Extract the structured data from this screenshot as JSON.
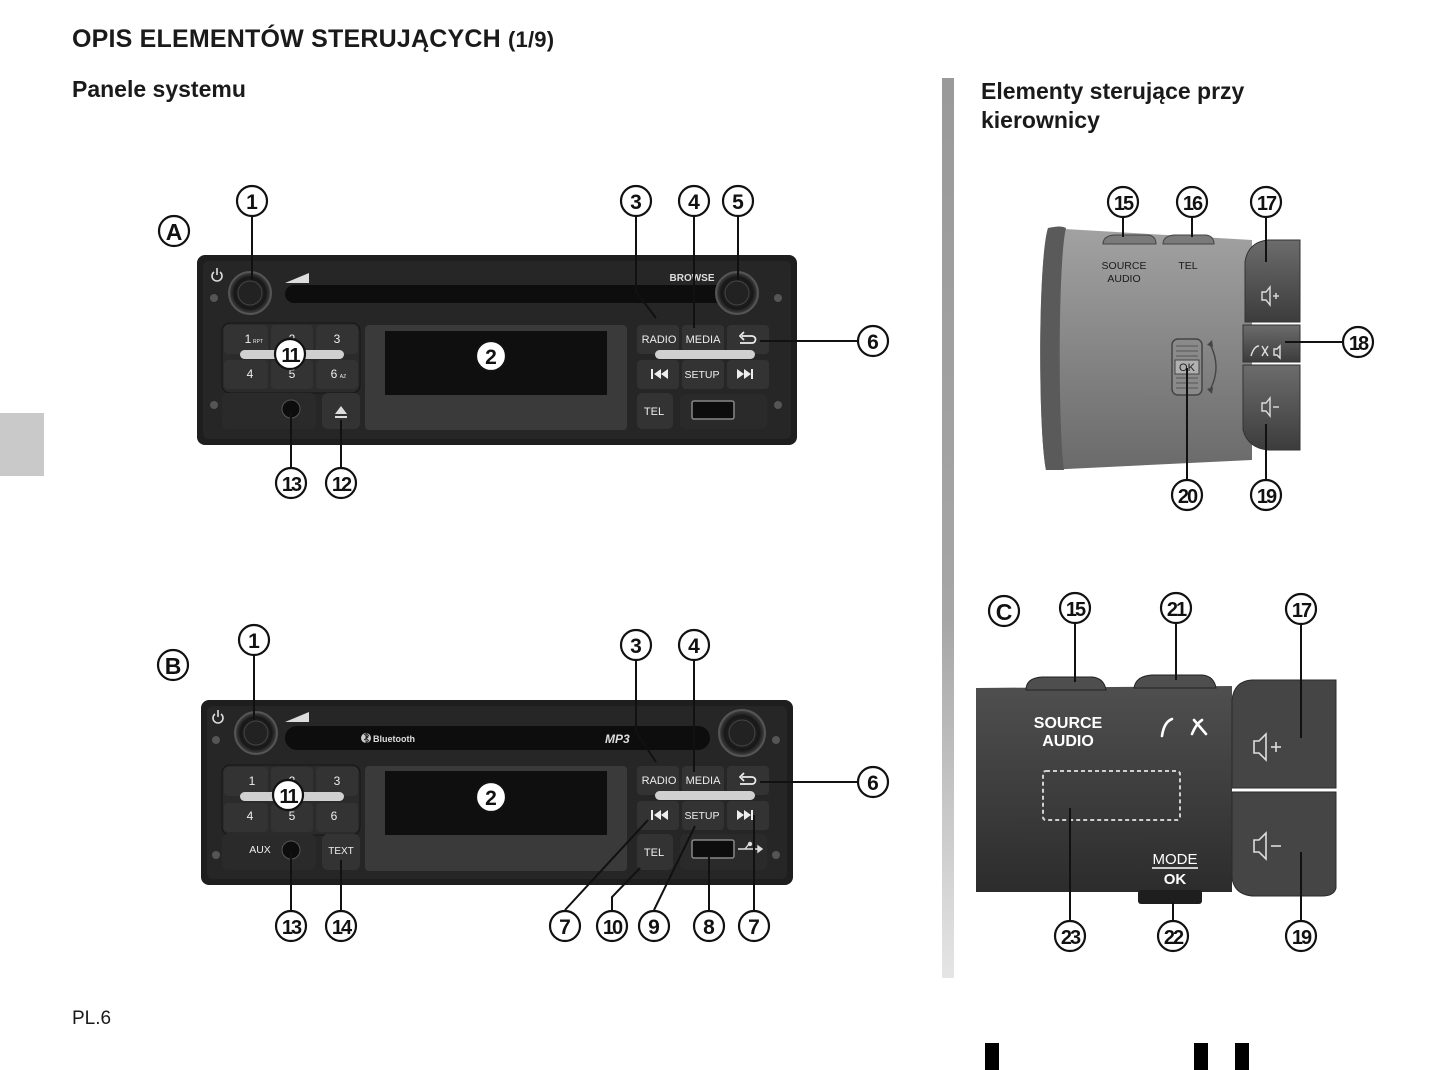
{
  "header": {
    "title": "OPIS ELEMENTÓW STERUJĄCYCH",
    "title_suffix": "(1/9)",
    "left_heading": "Panele systemu",
    "right_heading_line1": "Elementy sterujące przy",
    "right_heading_line2": "kierownicy"
  },
  "footer": {
    "page_number": "PL.6"
  },
  "panel_a": {
    "letter": "A",
    "labels": {
      "browse": "BROWSE",
      "radio": "RADIO",
      "media": "MEDIA",
      "setup": "SETUP",
      "tel": "TEL",
      "key1": "1",
      "key1_sub": "RPT",
      "key2": "2",
      "key3": "3",
      "key4": "4",
      "key5": "5",
      "key6": "6",
      "key6_sub": "AZ"
    },
    "callouts": [
      "1",
      "2",
      "3",
      "4",
      "5",
      "6",
      "11",
      "12",
      "13"
    ]
  },
  "panel_b": {
    "letter": "B",
    "labels": {
      "bluetooth": "Bluetooth",
      "mp3": "MP3",
      "radio": "RADIO",
      "media": "MEDIA",
      "setup": "SETUP",
      "tel": "TEL",
      "aux": "AUX",
      "text": "TEXT",
      "key1": "1",
      "key2": "2",
      "key3": "3",
      "key4": "4",
      "key5": "5",
      "key6": "6"
    },
    "callouts": [
      "1",
      "2",
      "3",
      "4",
      "6",
      "7",
      "7",
      "8",
      "9",
      "10",
      "11",
      "13",
      "14"
    ]
  },
  "steering_top": {
    "labels": {
      "source_line1": "SOURCE",
      "source_line2": "AUDIO",
      "tel": "TEL",
      "ok": "OK"
    },
    "callouts": [
      "15",
      "16",
      "17",
      "18",
      "19",
      "20"
    ]
  },
  "steering_c": {
    "letter": "C",
    "labels": {
      "source_line1": "SOURCE",
      "source_line2": "AUDIO",
      "mode": "MODE",
      "ok": "OK"
    },
    "callouts": [
      "15",
      "17",
      "19",
      "21",
      "22",
      "23"
    ]
  },
  "icons": [
    "power-icon",
    "volume-ramp-icon",
    "back-arrow-icon",
    "prev-track-icon",
    "next-track-icon",
    "eject-icon",
    "bluetooth-icon",
    "usb-icon",
    "phone-icon",
    "hangup-icon",
    "volume-up-icon",
    "volume-down-icon",
    "mute-icon"
  ]
}
